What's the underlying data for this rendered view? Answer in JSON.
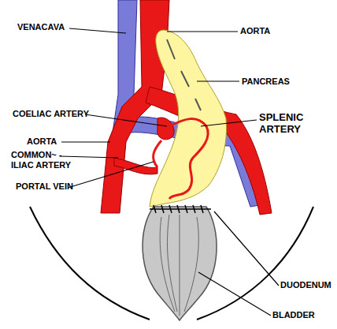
{
  "diagram": {
    "labels": [
      "VENACAVA",
      "AORTA",
      "PANCREAS",
      "COELIAC ARTERY",
      "SPLENIC ARTERY",
      "AORTA",
      "COMMON~ -ILIAC ARTERY",
      "PORTAL VEIN",
      "DUODENUM",
      "BLADDER"
    ]
  }
}
